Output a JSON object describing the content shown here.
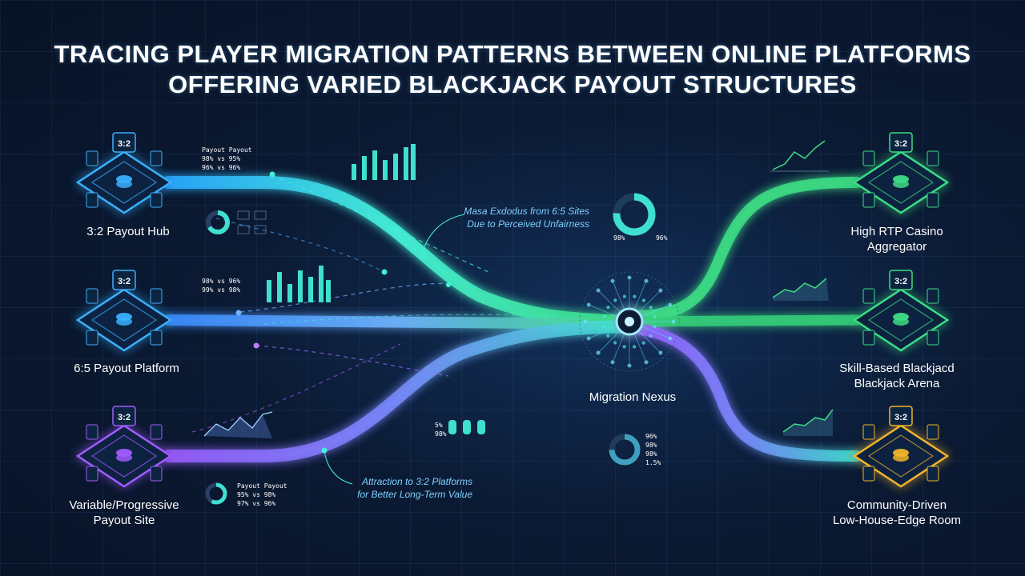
{
  "title": {
    "line1": "TRACING PLAYER MIGRATION PATTERNS BETWEEN ONLINE PLATFORMS",
    "line2": "OFFERING VARIED BLACKJACK PAYOUT STRUCTURES"
  },
  "nodes": {
    "left": [
      {
        "label": "3:2 Payout Hub",
        "badge": "3:2",
        "color": "#3ab0ff"
      },
      {
        "label": "6:5 Payout Platform",
        "badge": "3:2",
        "color": "#3ab0ff"
      },
      {
        "label_line1": "Variable/Progressive",
        "label_line2": "Payout Site",
        "badge": "3:2",
        "color": "#a05cff"
      }
    ],
    "right": [
      {
        "label_line1": "High RTP Casino",
        "label_line2": "Aggregator",
        "badge": "3:2",
        "color": "#3ddc84"
      },
      {
        "label_line1": "Skill-Based Blackjacd",
        "label_line2": "Blackjack Arena",
        "badge": "3:2",
        "color": "#3ddc84"
      },
      {
        "label_line1": "Community-Driven",
        "label_line2": "Low-House-Edge Room",
        "badge": "3:2",
        "color": "#f0b429"
      }
    ],
    "center": {
      "label": "Migration Nexus"
    }
  },
  "annotations": {
    "exodus_line1": "Masa Exdodus from 6:5 Sites",
    "exodus_line2": "Due to Perceived Unfairness",
    "attraction_line1": "Attraction to 3:2 Platforms",
    "attraction_line2": "for Better Long-Term Value"
  },
  "mini_stats": {
    "left_top": "Payout Payout\n98% vs 95%\n96% vs 96%",
    "left_mid": "98% vs 96%\n99% vs 98%",
    "left_bot": "Payout Payout\n95% vs 98%\n97% vs 96%",
    "center_top": "98%        96%",
    "center_bot": "96%\n98%\n98%\n1.5%",
    "center_mid": "5%\n98%"
  },
  "colors": {
    "cyan": "#3fe0d0",
    "blue": "#3ab0ff",
    "purple": "#9a6bff",
    "green": "#3ddc84",
    "gold": "#f0b429"
  }
}
